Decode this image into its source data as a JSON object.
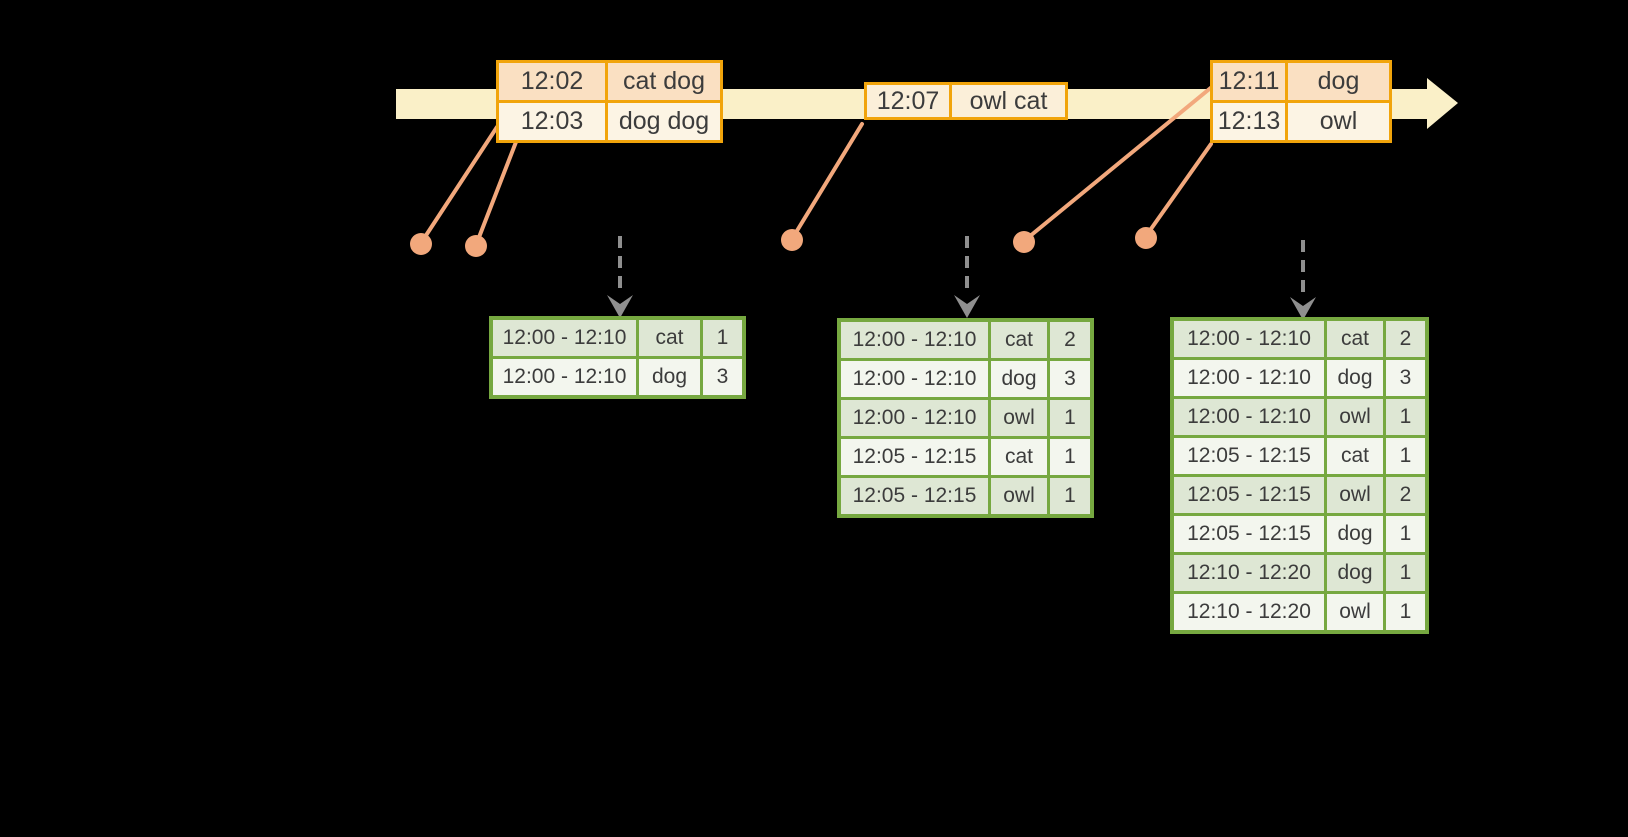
{
  "colors": {
    "background": "#000000",
    "timeline_band": "#FAF0C8",
    "event_table_border": "#F1A40B",
    "event_row_peach": "#FAE0C2",
    "event_row_cream": "#FCF4E4",
    "result_table_border": "#76A840",
    "result_row_sage": "#DEE7D4",
    "result_row_light": "#F3F6EE",
    "dot_and_line": "#F2A87C",
    "dashed_arrow": "#8F8F8F",
    "text": "#3C3C3C"
  },
  "event_tables": [
    {
      "id": "event-table-1",
      "rows": [
        [
          "12:02",
          "cat dog"
        ],
        [
          "12:03",
          "dog dog"
        ]
      ]
    },
    {
      "id": "event-table-2",
      "rows": [
        [
          "12:07",
          "owl cat"
        ]
      ]
    },
    {
      "id": "event-table-3",
      "rows": [
        [
          "12:11",
          "dog"
        ],
        [
          "12:13",
          "owl"
        ]
      ]
    }
  ],
  "result_tables": [
    {
      "id": "result-table-1",
      "rows": [
        [
          "12:00 - 12:10",
          "cat",
          "1"
        ],
        [
          "12:00 - 12:10",
          "dog",
          "3"
        ]
      ]
    },
    {
      "id": "result-table-2",
      "rows": [
        [
          "12:00 - 12:10",
          "cat",
          "2"
        ],
        [
          "12:00 - 12:10",
          "dog",
          "3"
        ],
        [
          "12:00 - 12:10",
          "owl",
          "1"
        ],
        [
          "12:05 - 12:15",
          "cat",
          "1"
        ],
        [
          "12:05 - 12:15",
          "owl",
          "1"
        ]
      ]
    },
    {
      "id": "result-table-3",
      "rows": [
        [
          "12:00 - 12:10",
          "cat",
          "2"
        ],
        [
          "12:00 - 12:10",
          "dog",
          "3"
        ],
        [
          "12:00 - 12:10",
          "owl",
          "1"
        ],
        [
          "12:05 - 12:15",
          "cat",
          "1"
        ],
        [
          "12:05 - 12:15",
          "owl",
          "2"
        ],
        [
          "12:05 - 12:15",
          "dog",
          "1"
        ],
        [
          "12:10 - 12:20",
          "dog",
          "1"
        ],
        [
          "12:10 - 12:20",
          "owl",
          "1"
        ]
      ]
    }
  ]
}
